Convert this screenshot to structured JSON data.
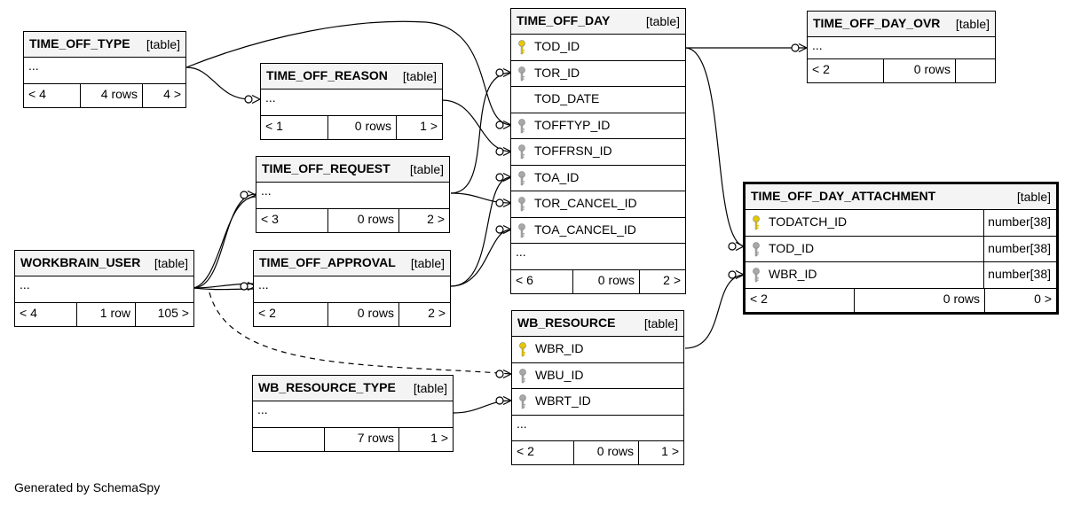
{
  "generated_by": "Generated by SchemaSpy",
  "tables": {
    "time_off_type": {
      "name": "TIME_OFF_TYPE",
      "type": "[table]",
      "ellipsis": "...",
      "footer": [
        "< 4",
        "4 rows",
        "4 >"
      ]
    },
    "time_off_reason": {
      "name": "TIME_OFF_REASON",
      "type": "[table]",
      "ellipsis": "...",
      "footer": [
        "< 1",
        "0 rows",
        "1 >"
      ]
    },
    "time_off_request": {
      "name": "TIME_OFF_REQUEST",
      "type": "[table]",
      "ellipsis": "...",
      "footer": [
        "< 3",
        "0 rows",
        "2 >"
      ]
    },
    "workbrain_user": {
      "name": "WORKBRAIN_USER",
      "type": "[table]",
      "ellipsis": "...",
      "footer": [
        "< 4",
        "1 row",
        "105 >"
      ]
    },
    "time_off_approval": {
      "name": "TIME_OFF_APPROVAL",
      "type": "[table]",
      "ellipsis": "...",
      "footer": [
        "< 2",
        "0 rows",
        "2 >"
      ]
    },
    "wb_resource_type": {
      "name": "WB_RESOURCE_TYPE",
      "type": "[table]",
      "ellipsis": "...",
      "footer": [
        "",
        "7 rows",
        "1 >"
      ]
    },
    "time_off_day": {
      "name": "TIME_OFF_DAY",
      "type": "[table]",
      "columns": [
        {
          "name": "TOD_ID",
          "key": "primary"
        },
        {
          "name": "TOR_ID",
          "key": "foreign"
        },
        {
          "name": "TOD_DATE",
          "key": "none"
        },
        {
          "name": "TOFFTYP_ID",
          "key": "foreign"
        },
        {
          "name": "TOFFRSN_ID",
          "key": "foreign"
        },
        {
          "name": "TOA_ID",
          "key": "foreign"
        },
        {
          "name": "TOR_CANCEL_ID",
          "key": "foreign"
        },
        {
          "name": "TOA_CANCEL_ID",
          "key": "foreign"
        }
      ],
      "ellipsis": "...",
      "footer": [
        "< 6",
        "0 rows",
        "2 >"
      ]
    },
    "wb_resource": {
      "name": "WB_RESOURCE",
      "type": "[table]",
      "columns": [
        {
          "name": "WBR_ID",
          "key": "primary"
        },
        {
          "name": "WBU_ID",
          "key": "foreign"
        },
        {
          "name": "WBRT_ID",
          "key": "foreign"
        }
      ],
      "ellipsis": "...",
      "footer": [
        "< 2",
        "0 rows",
        "1 >"
      ]
    },
    "time_off_day_ovr": {
      "name": "TIME_OFF_DAY_OVR",
      "type": "[table]",
      "ellipsis": "...",
      "footer": [
        "< 2",
        "0 rows",
        ""
      ]
    },
    "time_off_day_attachment": {
      "name": "TIME_OFF_DAY_ATTACHMENT",
      "type": "[table]",
      "columns": [
        {
          "name": "TODATCH_ID",
          "key": "primary",
          "type": "number[38]"
        },
        {
          "name": "TOD_ID",
          "key": "foreign",
          "type": "number[38]"
        },
        {
          "name": "WBR_ID",
          "key": "foreign",
          "type": "number[38]"
        }
      ],
      "footer": [
        "< 2",
        "0 rows",
        "0 >"
      ]
    }
  },
  "colors": {
    "primary_key": "#e6c800",
    "foreign_key": "#a8a8a8",
    "header_bg": "#f4f4f4"
  }
}
